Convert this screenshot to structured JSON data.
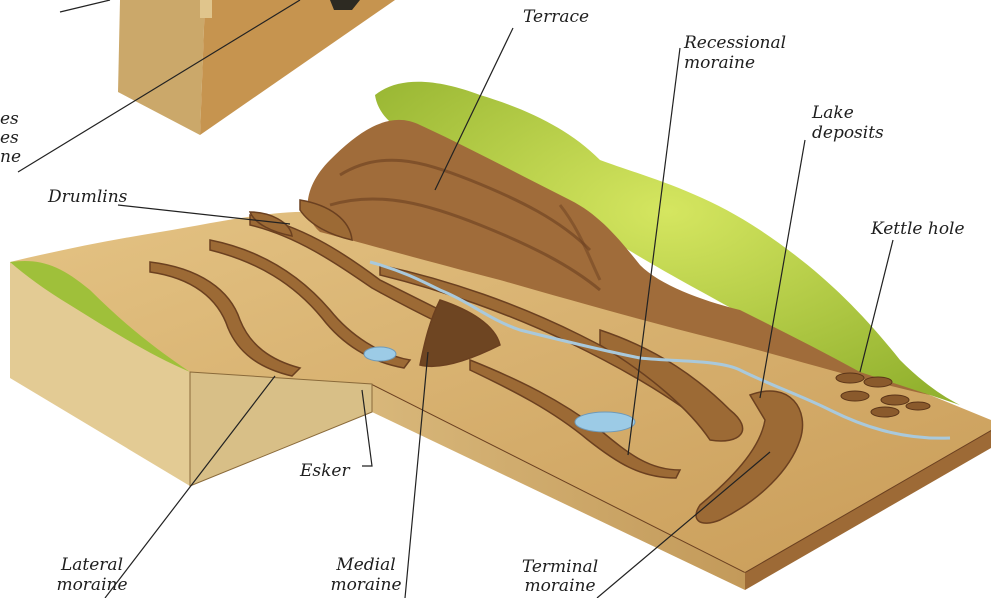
{
  "labels": {
    "terrace": "Terrace",
    "recessional_line1": "Recessional",
    "recessional_line2": "moraine",
    "lake_line1": "Lake",
    "lake_line2": "deposits",
    "drumlins": "Drumlins",
    "kettle": "Kettle hole",
    "esker": "Esker",
    "lateral_line1": "Lateral",
    "lateral_line2": "moraine",
    "medial_line1": "Medial",
    "medial_line2": "moraine",
    "terminal_line1": "Terminal",
    "terminal_line2": "moraine",
    "cut_line1": "es",
    "cut_line2": "es",
    "cut_line3": "ne"
  },
  "colors": {
    "grass": "#a9c43a",
    "grass_light": "#cde05a",
    "soil": "#d9b46e",
    "ridge": "#9c6a35",
    "ridge_dark": "#6b4020",
    "water": "#9ccbe6",
    "block_side": "#e7cf98",
    "block_front": "#cfae6f"
  }
}
